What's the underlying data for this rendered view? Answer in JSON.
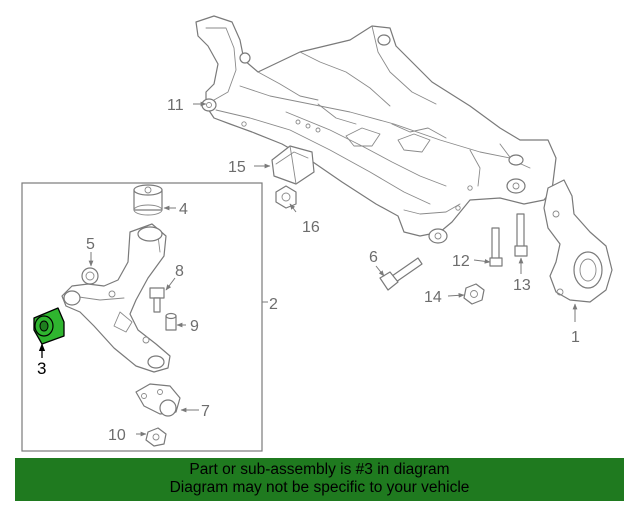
{
  "colors": {
    "highlight_part": "#2fb52f",
    "banner_background": "#1f7a1f",
    "line_art": "#7a7a7a"
  },
  "callouts": {
    "c1": "1",
    "c2": "2",
    "c3": "3",
    "c4": "4",
    "c5": "5",
    "c6": "6",
    "c7": "7",
    "c8": "8",
    "c9": "9",
    "c10": "10",
    "c11": "11",
    "c12": "12",
    "c13": "13",
    "c14": "14",
    "c15": "15",
    "c16": "16"
  },
  "banner": {
    "line1": "Part or sub-assembly is #3 in diagram",
    "line2": "Diagram may not be specific to your vehicle"
  }
}
